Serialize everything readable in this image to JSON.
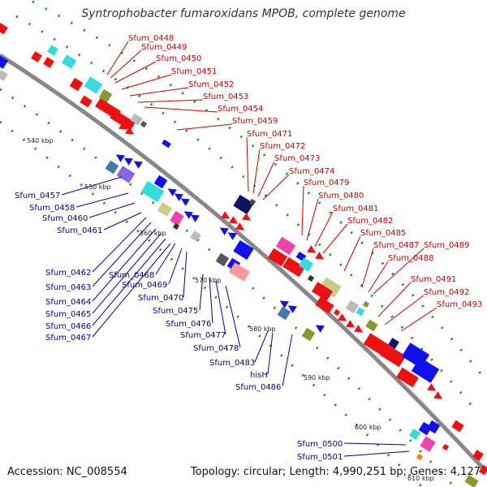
{
  "title": "Syntrophobacter fumaroxidans MPOB, complete genome",
  "footer": {
    "accession": "Accession: NC_008554",
    "summary": "Topology: circular; Length: 4,990,251 bp; Genes: 4,127"
  },
  "colors": {
    "plus_strand_label": "#cc0000",
    "minus_strand_label": "#000099",
    "backbone": "#888888",
    "dots": "#1a8a1a"
  },
  "ticks": [
    "540 kbp",
    "550 kbp",
    "560 kbp",
    "570 kbp",
    "580 kbp",
    "590 kbp",
    "600 kbp",
    "610 kbp"
  ],
  "red_labels": [
    "Sfum_0448",
    "Sfum_0449",
    "Sfum_0450",
    "Sfum_0451",
    "Sfum_0452",
    "Sfum_0453",
    "Sfum_0454",
    "Sfum_0459",
    "Sfum_0471",
    "Sfum_0472",
    "Sfum_0473",
    "Sfum_0474",
    "Sfum_0479",
    "Sfum_0480",
    "Sfum_0481",
    "Sfum_0482",
    "Sfum_0485",
    "Sfum_0487",
    "Sfum_0489",
    "Sfum_0488",
    "Sfum_0491",
    "Sfum_0492",
    "Sfum_0493"
  ],
  "blue_labels": [
    "Sfum_0457",
    "Sfum_0458",
    "Sfum_0460",
    "Sfum_0461",
    "Sfum_0462",
    "Sfum_0463",
    "Sfum_0464",
    "Sfum_0465",
    "Sfum_0466",
    "Sfum_0467",
    "Sfum_0468",
    "Sfum_0469",
    "Sfum_0470",
    "Sfum_0475",
    "Sfum_0476",
    "Sfum_0477",
    "Sfum_0478",
    "Sfum_0483",
    "hisH",
    "Sfum_0486",
    "Sfum_0500",
    "Sfum_0501"
  ]
}
